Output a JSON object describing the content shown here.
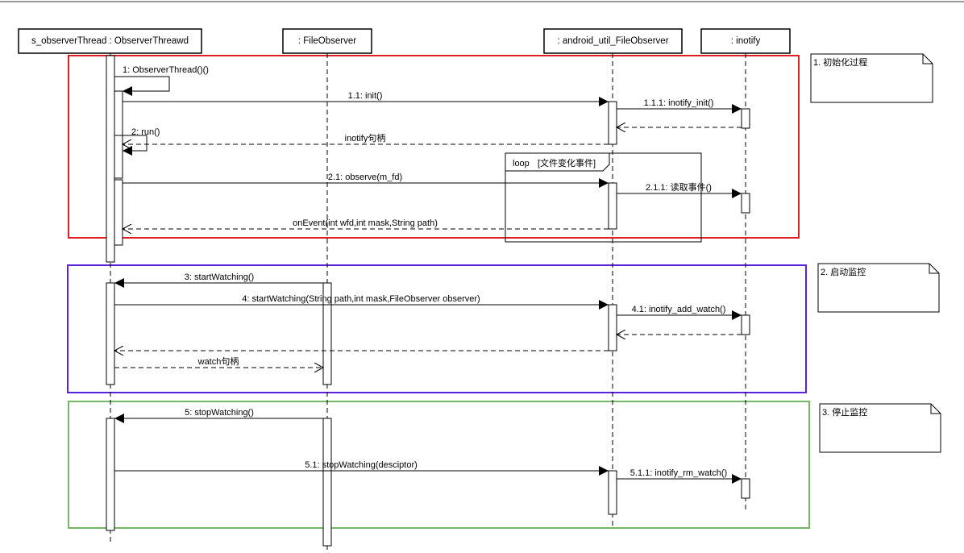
{
  "participants": [
    {
      "id": "p1",
      "label": "s_observerThread : ObserverThreawd"
    },
    {
      "id": "p2",
      "label": ": FileObserver"
    },
    {
      "id": "p3",
      "label": ": android_util_FileObserver"
    },
    {
      "id": "p4",
      "label": ": inotify"
    }
  ],
  "phases": [
    {
      "id": "phase1",
      "color": "#e02020",
      "note": "1. 初始化过程"
    },
    {
      "id": "phase2",
      "color": "#5a22d8",
      "note": "2. 启动监控"
    },
    {
      "id": "phase3",
      "color": "#74b866",
      "note": "3. 停止监控"
    }
  ],
  "loop": {
    "keyword": "loop",
    "guard": "[文件变化事件]"
  },
  "messages": [
    {
      "id": "m1",
      "label": "1: ObserverThread()()",
      "kind": "self"
    },
    {
      "id": "m2",
      "label": "1.1: init()",
      "kind": "sync"
    },
    {
      "id": "m3",
      "label": "1.1.1: inotify_init()",
      "kind": "sync"
    },
    {
      "id": "m4",
      "label": "",
      "kind": "return"
    },
    {
      "id": "m5",
      "label": "2: run()",
      "kind": "self"
    },
    {
      "id": "m6",
      "label": "inotify句柄",
      "kind": "return"
    },
    {
      "id": "m7",
      "label": "2.1: observe(m_fd)",
      "kind": "sync"
    },
    {
      "id": "m8",
      "label": "2.1.1: 读取事件()",
      "kind": "sync"
    },
    {
      "id": "m9",
      "label": "onEvent(int wfd,int mask,String path)",
      "kind": "return"
    },
    {
      "id": "m10",
      "label": "3: startWatching()",
      "kind": "sync"
    },
    {
      "id": "m11",
      "label": "4: startWatching(String path,int mask,FileObserver observer)",
      "kind": "sync"
    },
    {
      "id": "m12",
      "label": "4.1: inotify_add_watch()",
      "kind": "sync"
    },
    {
      "id": "m13",
      "label": "",
      "kind": "return"
    },
    {
      "id": "m14",
      "label": "",
      "kind": "return"
    },
    {
      "id": "m15",
      "label": "watch句柄",
      "kind": "return"
    },
    {
      "id": "m16",
      "label": "5: stopWatching()",
      "kind": "sync"
    },
    {
      "id": "m17",
      "label": "5.1: stopWatching(desciptor)",
      "kind": "sync"
    },
    {
      "id": "m18",
      "label": "5.1.1: inotify_rm_watch()",
      "kind": "sync"
    }
  ]
}
